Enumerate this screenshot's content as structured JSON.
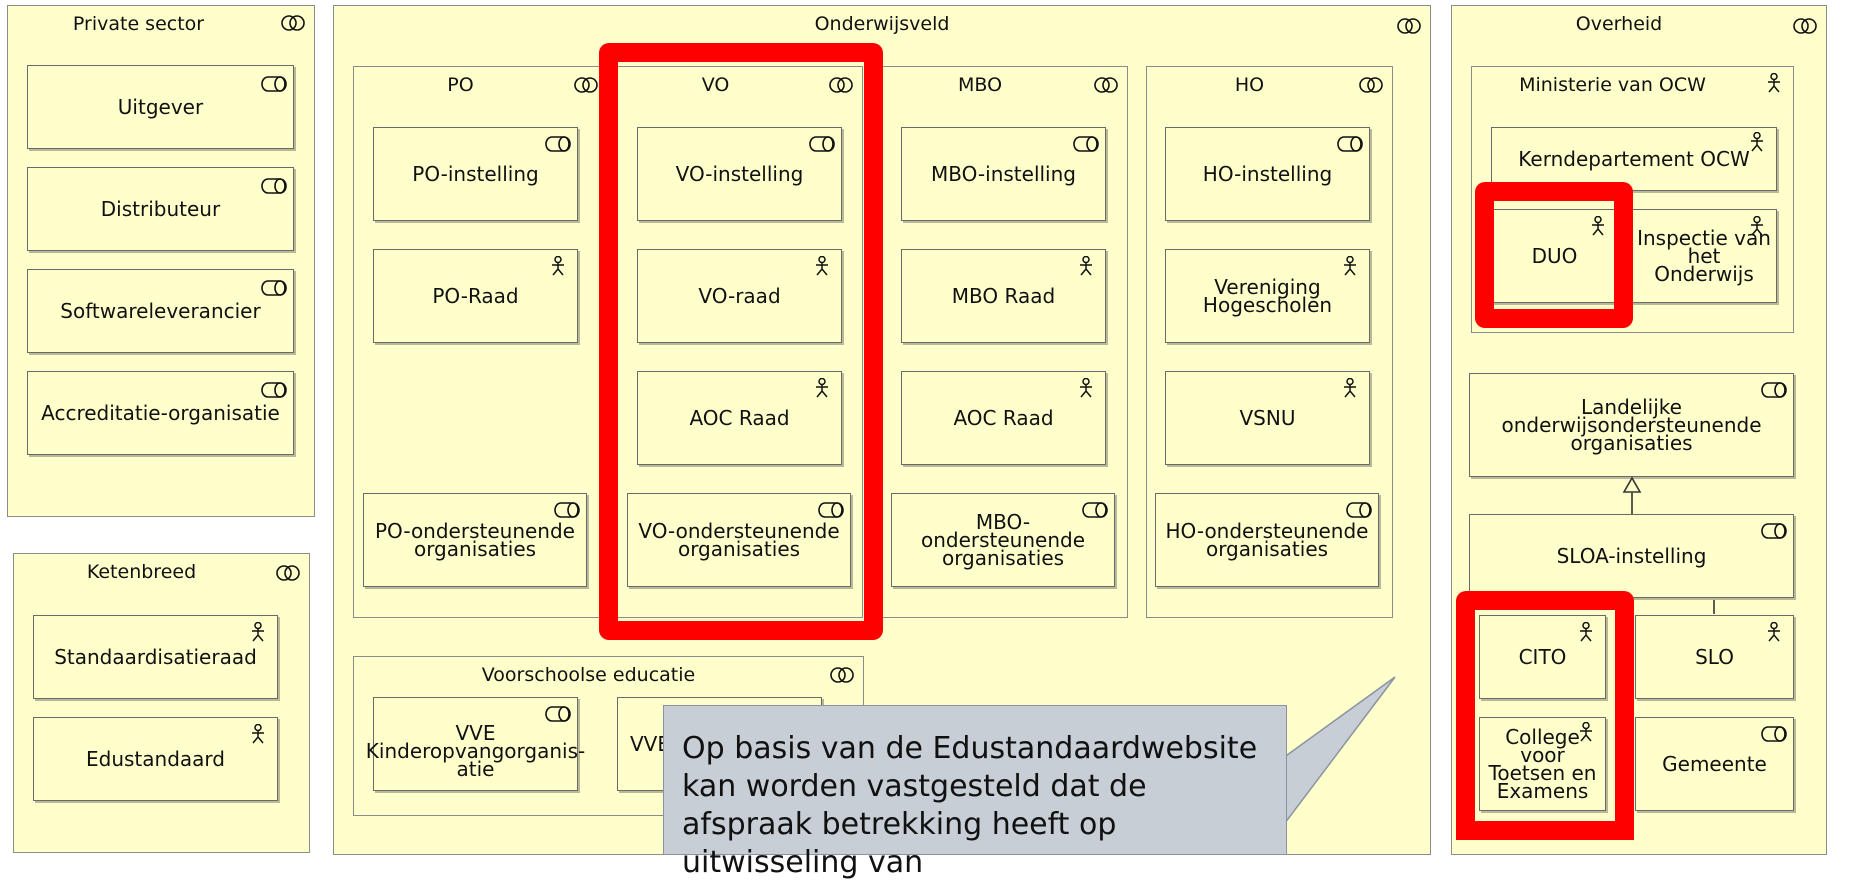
{
  "groups": {
    "private": "Private sector",
    "onderwijsveld": "Onderwijsveld",
    "overheid": "Overheid",
    "ketenbreed": "Ketenbreed",
    "po": "PO",
    "vo": "VO",
    "mbo": "MBO",
    "ho": "HO",
    "voorschoolse": "Voorschoolse educatie",
    "ministerie": "Ministerie van OCW"
  },
  "boxes": {
    "uitgever": "Uitgever",
    "distributeur": "Distributeur",
    "software": "Softwareleverancier",
    "accreditatie": "Accreditatie-organisatie",
    "standaardisatieraad": "Standaardisatieraad",
    "edustandaard": "Edustandaard",
    "po_inst": "PO-instelling",
    "po_raad": "PO-Raad",
    "po_ond": "PO-ondersteunende organisaties",
    "vo_inst": "VO-instelling",
    "vo_raad": "VO-raad",
    "aoc_raad_vo": "AOC Raad",
    "vo_ond": "VO-ondersteunende organisaties",
    "mbo_inst": "MBO-instelling",
    "mbo_raad": "MBO Raad",
    "aoc_raad_mbo": "AOC Raad",
    "mbo_ond": "MBO-ondersteunende organisaties",
    "ho_inst": "HO-instelling",
    "vh": "Vereniging Hogescholen",
    "vsnu": "VSNU",
    "ho_ond": "HO-ondersteunende organisaties",
    "vve_kinder": "VVE Kinderopvangorganis-atie",
    "vve_2": "VVE",
    "kerndep": "Kerndepartement OCW",
    "duo": "DUO",
    "inspectie": "Inspectie van het Onderwijs",
    "landelijke": "Landelijke onderwijsondersteunende organisaties",
    "sloa": "SLOA-instelling",
    "cito": "CITO",
    "slo": "SLO",
    "cvte": "College voor Toetsen en Examens",
    "gemeente": "Gemeente"
  },
  "callout": "Op basis van de Edustandaardwebsite kan worden vastgesteld dat de afspraak betrekking heeft op uitwisseling van",
  "colors": {
    "fill": "#ffffcc",
    "highlight": "#ff0000",
    "callout": "#c7ced6"
  },
  "icons": {
    "group": "collaboration-icon",
    "actor": "actor-icon",
    "role": "role-icon"
  }
}
